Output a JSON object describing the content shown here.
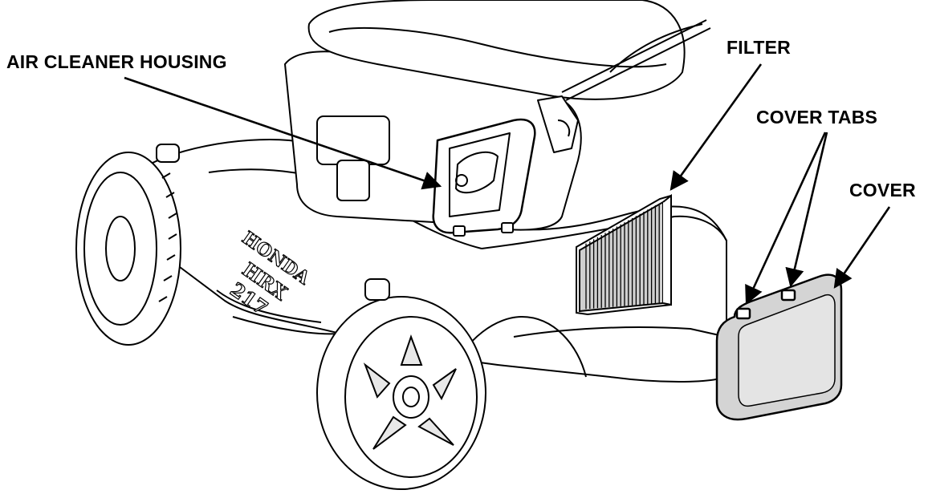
{
  "callouts": {
    "air_cleaner_housing": "AIR CLEANER HOUSING",
    "filter": "FILTER",
    "cover_tabs": "COVER TABS",
    "cover": "COVER"
  },
  "deck_markings": {
    "brand": "HONDA",
    "model": "HRX",
    "number": "217"
  },
  "colors": {
    "ink": "#000000",
    "paper": "#ffffff",
    "filter_shade": "#cfcfcf",
    "cover_shade": "#d4d4d4",
    "cover_face": "#e4e4e4"
  }
}
